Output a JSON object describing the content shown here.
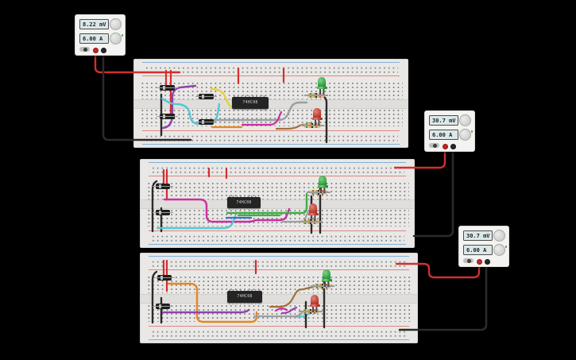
{
  "app": {
    "name": "circuit-simulator-canvas",
    "background": "#000000"
  },
  "power_supplies": [
    {
      "name": "power-supply-1",
      "voltage_display": "8.22 mV",
      "current_display": "6.00 A"
    },
    {
      "name": "power-supply-2",
      "voltage_display": "30.7 mV",
      "current_display": "6.00 A"
    },
    {
      "name": "power-supply-3",
      "voltage_display": "30.7 mV",
      "current_display": "6.00 A"
    }
  ],
  "breadboards": [
    {
      "name": "breadboard-1",
      "ic": "74HC08",
      "components": {
        "diodes": 4,
        "leds": [
          "green",
          "red"
        ],
        "resistors": 2
      }
    },
    {
      "name": "breadboard-2",
      "ic": "74HC08",
      "components": {
        "diodes": 2,
        "leds": [
          "green",
          "red"
        ],
        "resistors": 2
      }
    },
    {
      "name": "breadboard-3",
      "ic": "74HC08",
      "components": {
        "diodes": 2,
        "leds": [
          "green",
          "red"
        ],
        "resistors": 2
      }
    }
  ],
  "wire_colors": {
    "red": "#d22f2f",
    "black": "#2b2b2b",
    "purple": "#8e44ad",
    "cyan": "#56c5d8",
    "yellow": "#e7d03c",
    "gray": "#9aa0a3",
    "magenta": "#cc2fa0",
    "orange": "#e8871e",
    "green": "#3fae49",
    "blue": "#3b6fd4",
    "brown": "#a0713c"
  }
}
